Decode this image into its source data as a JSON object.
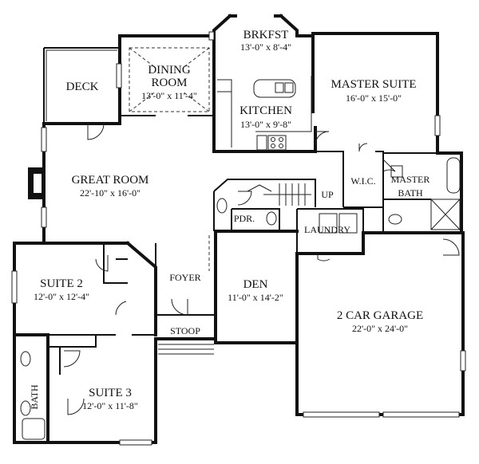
{
  "rooms": {
    "brkfst": {
      "name": "BRKFST",
      "dims": "13'-0\" x 8'-4\""
    },
    "dining": {
      "name1": "DINING",
      "name2": "ROOM",
      "dims": "13'-0\" x 11'-4\""
    },
    "deck": {
      "name": "DECK"
    },
    "kitchen": {
      "name": "KITCHEN",
      "dims": "13'-0\" x 9'-8\""
    },
    "master_suite": {
      "name": "MASTER SUITE",
      "dims": "16'-0\" x 15'-0\""
    },
    "great_room": {
      "name": "GREAT ROOM",
      "dims": "22'-10\" x 16'-0\""
    },
    "wic": {
      "name": "W.I.C."
    },
    "master_bath": {
      "name1": "MASTER",
      "name2": "BATH"
    },
    "up": {
      "name": "UP"
    },
    "pdr": {
      "name": "PDR."
    },
    "laundry": {
      "name": "LAUNDRY"
    },
    "suite2": {
      "name": "SUITE 2",
      "dims": "12'-0\" x 12'-4\""
    },
    "foyer": {
      "name": "FOYER"
    },
    "den": {
      "name": "DEN",
      "dims": "11'-0\" x 14'-2\""
    },
    "garage": {
      "name": "2 CAR GARAGE",
      "dims": "22'-0\" x 24'-0\""
    },
    "stoop": {
      "name": "STOOP"
    },
    "bath": {
      "name": "BATH"
    },
    "suite3": {
      "name": "SUITE 3",
      "dims": "12'-0\" x 11'-8\""
    }
  }
}
